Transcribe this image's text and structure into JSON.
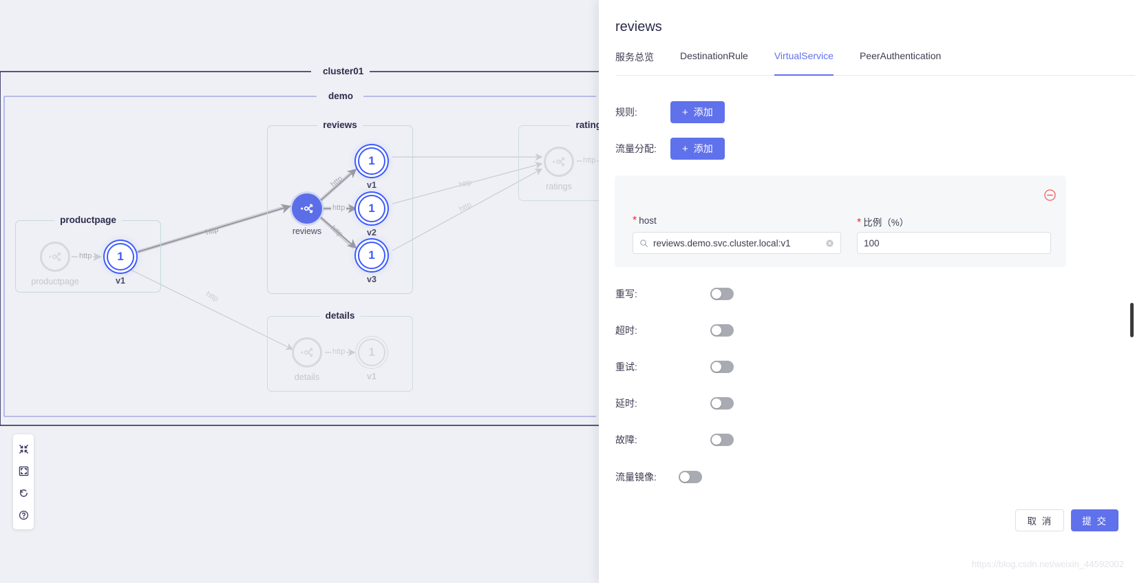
{
  "graph": {
    "cluster_label": "cluster01",
    "namespace_label": "demo",
    "groups": [
      {
        "name": "productpage",
        "hub_label": "productpage",
        "versions": [
          {
            "label": "v1",
            "count": "1"
          }
        ]
      },
      {
        "name": "reviews",
        "hub_label": "reviews",
        "versions": [
          {
            "label": "v1",
            "count": "1"
          },
          {
            "label": "v2",
            "count": "1"
          },
          {
            "label": "v3",
            "count": "1"
          }
        ]
      },
      {
        "name": "ratings",
        "hub_label": "ratings",
        "versions": []
      },
      {
        "name": "details",
        "hub_label": "details",
        "versions": [
          {
            "label": "v1",
            "count": "1"
          }
        ]
      }
    ],
    "edge_protocol": "http",
    "toolbar": {
      "collapse": "collapse-icon",
      "fit": "fit-screen-icon",
      "reset": "reset-icon",
      "help": "help-icon"
    },
    "colors": {
      "active_node": "#3d5afe",
      "hub_active": "#5b6ee8",
      "idle": "#d6d8de"
    }
  },
  "panel": {
    "title": "reviews",
    "tabs": [
      {
        "label": "服务总览",
        "active": false
      },
      {
        "label": "DestinationRule",
        "active": false
      },
      {
        "label": "VirtualService",
        "active": true
      },
      {
        "label": "PeerAuthentication",
        "active": false
      }
    ],
    "rules_row": {
      "label": "规则:",
      "add_button": "添加"
    },
    "traffic_row": {
      "label": "流量分配:",
      "add_button": "添加"
    },
    "route_card": {
      "remove_icon": "remove-circle-icon",
      "host": {
        "label": "host",
        "required": true,
        "value": "reviews.demo.svc.cluster.local:v1",
        "search_icon": "search-icon",
        "clear_icon": "clear-icon"
      },
      "weight": {
        "label": "比例（%）",
        "required": true,
        "value": "100"
      }
    },
    "switches": [
      {
        "label": "重写:",
        "on": false
      },
      {
        "label": "超时:",
        "on": false
      },
      {
        "label": "重试:",
        "on": false
      },
      {
        "label": "延时:",
        "on": false
      },
      {
        "label": "故障:",
        "on": false
      },
      {
        "label": "流量镜像:",
        "on": false
      }
    ],
    "footer": {
      "cancel": "取 消",
      "submit": "提 交"
    },
    "watermark": "https://blog.csdn.net/weixin_44592002",
    "accent_color": "#6071ec"
  }
}
